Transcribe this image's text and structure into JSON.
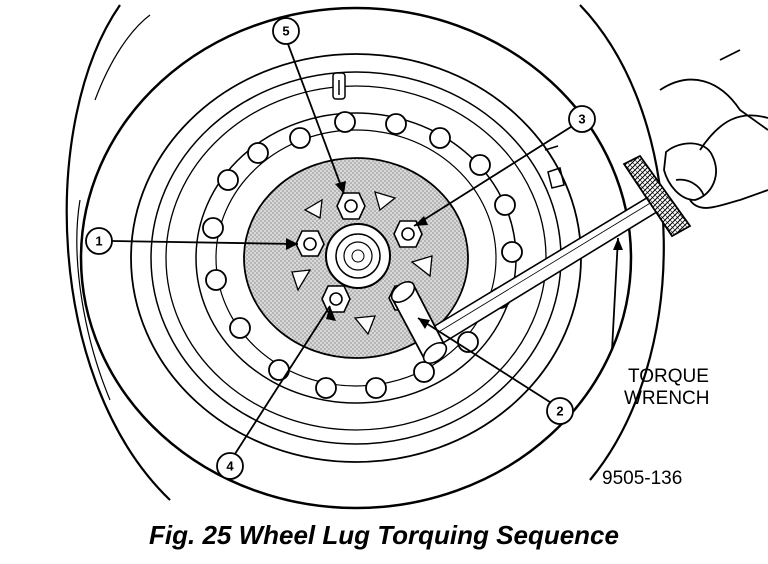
{
  "diagram": {
    "callouts": [
      "1",
      "2",
      "3",
      "4",
      "5"
    ],
    "wrench_label": [
      "TORQUE",
      "WRENCH"
    ],
    "figure_id": "9505-136",
    "caption": "Fig. 25 Wheel Lug Torquing Sequence"
  },
  "colors": {
    "line": "#000000",
    "hub_fill": "#bdbdbd",
    "background": "#ffffff"
  }
}
